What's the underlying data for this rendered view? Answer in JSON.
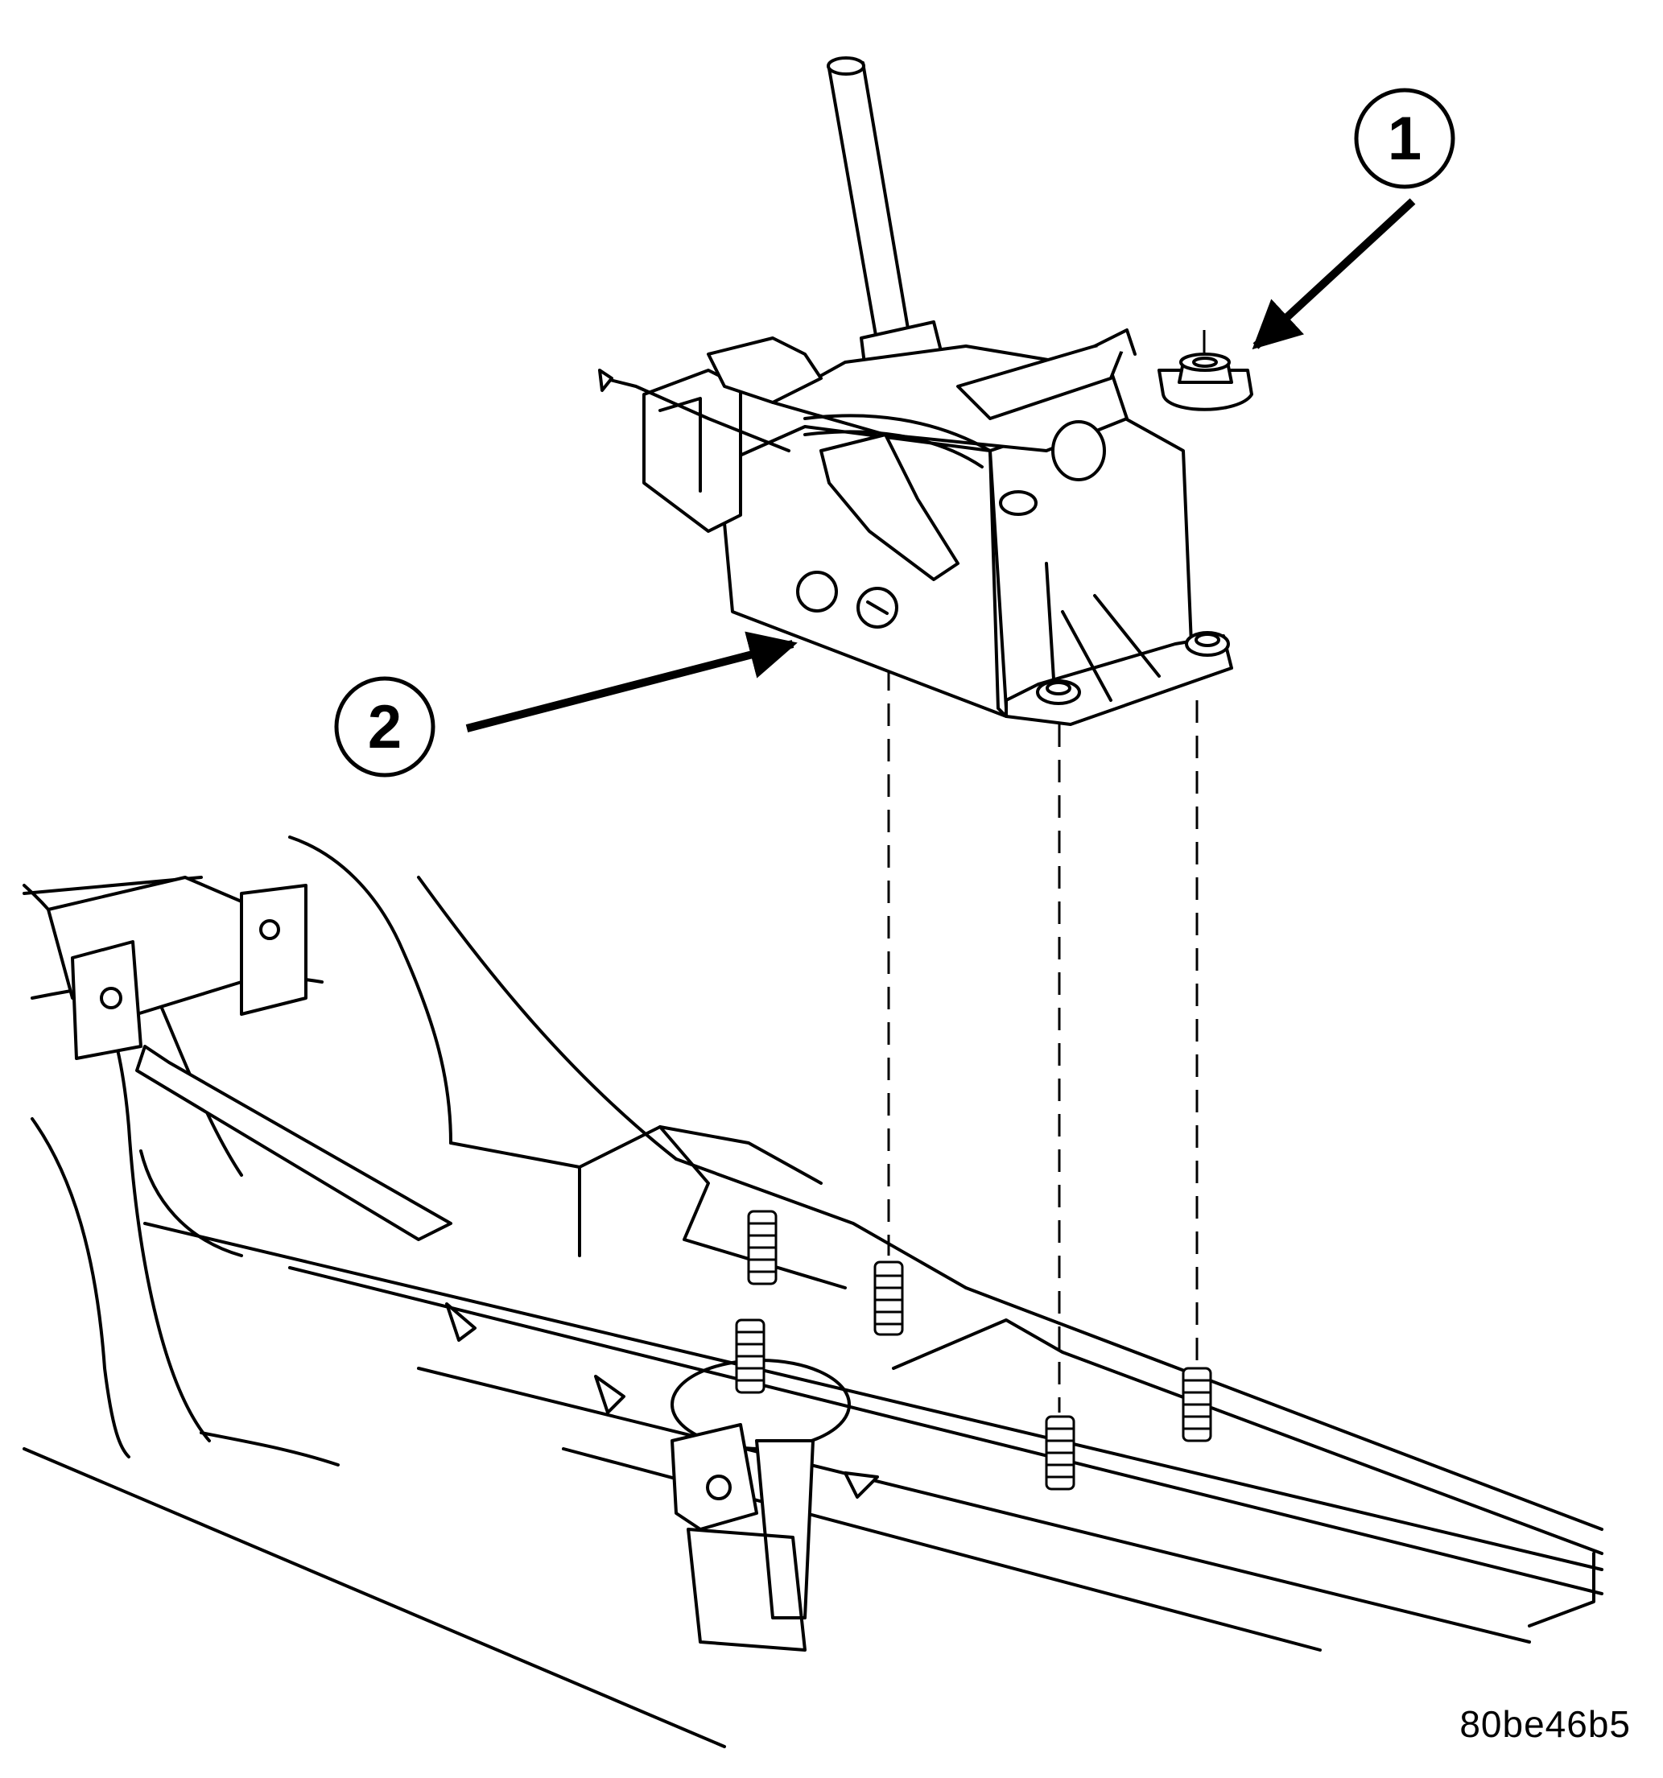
{
  "callouts": [
    {
      "number": "1",
      "refers_to": "nut"
    },
    {
      "number": "2",
      "refers_to": "shifter-assembly"
    }
  ],
  "figure_id": "80be46b5",
  "colors": {
    "ink": "#000000",
    "paper": "#ffffff",
    "shade": "#f2f2f2"
  }
}
